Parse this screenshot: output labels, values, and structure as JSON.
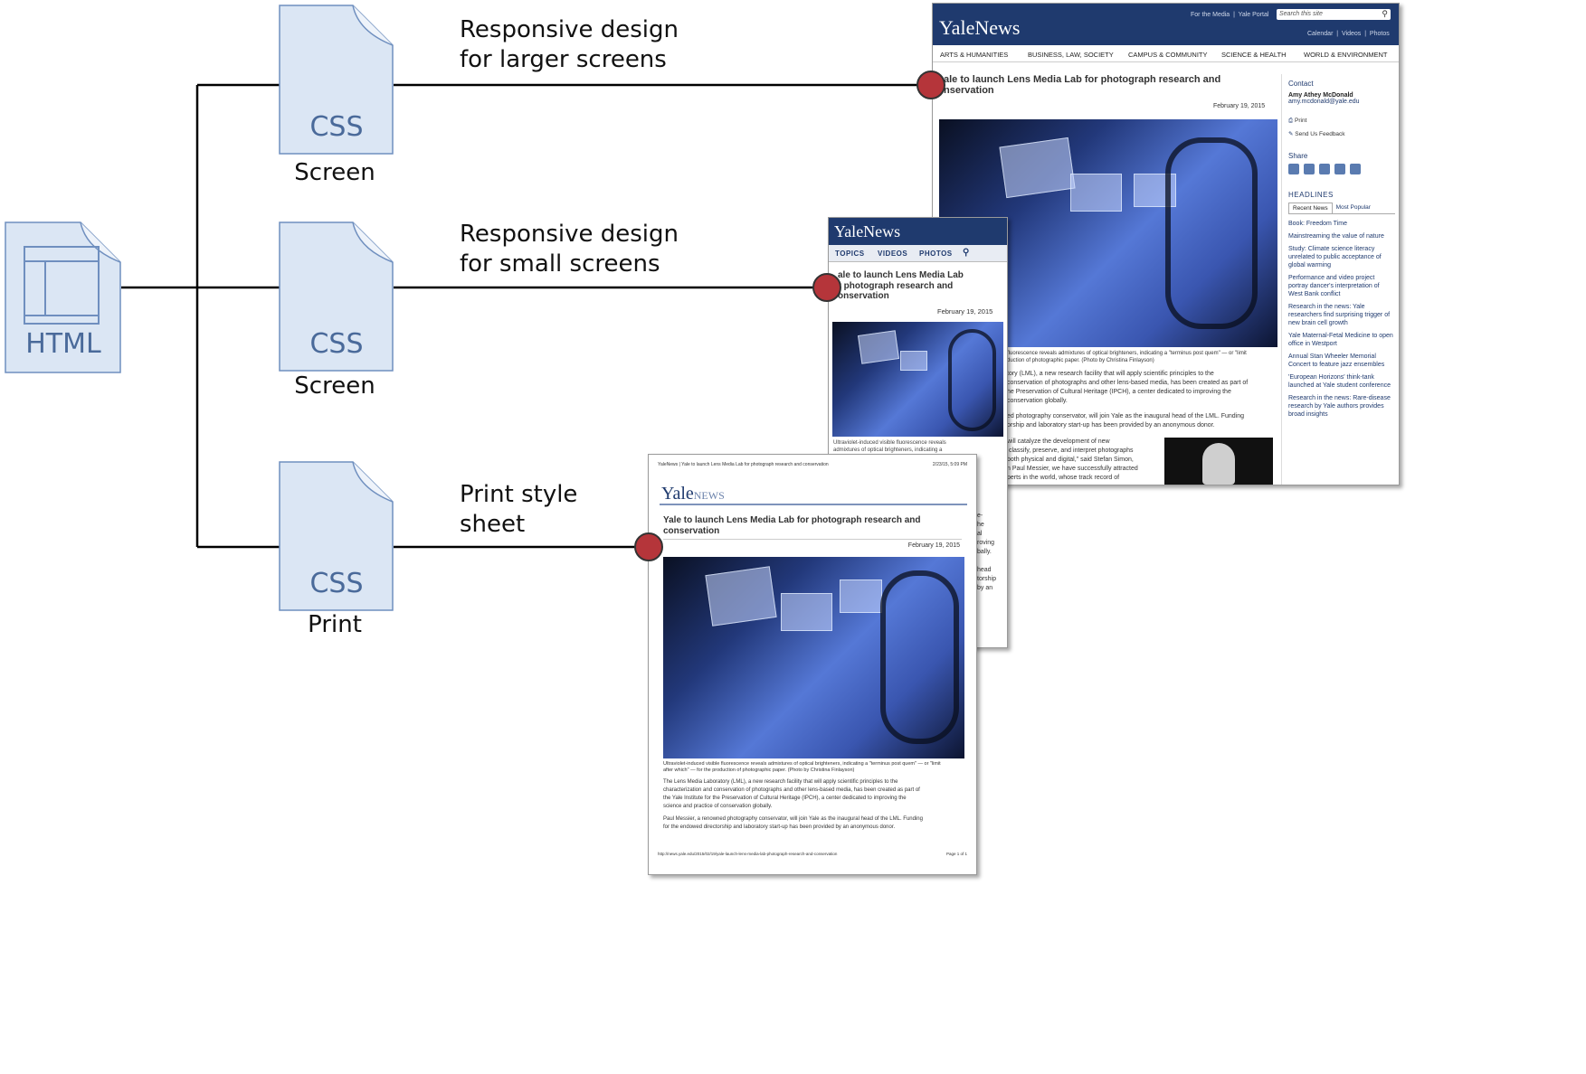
{
  "html_file": {
    "label": "HTML"
  },
  "css_files": [
    {
      "label": "CSS",
      "caption": "Screen",
      "description": "Responsive design\nfor larger screens"
    },
    {
      "label": "CSS",
      "caption": "Screen",
      "description": "Responsive design\nfor small screens"
    },
    {
      "label": "CSS",
      "caption": "Print",
      "description": "Print style\nsheet"
    }
  ],
  "large_screen": {
    "logo": "YaleNews",
    "top_links": [
      "For the Media",
      "Yale Portal"
    ],
    "search_placeholder": "Search this site",
    "sub_links": [
      "Calendar",
      "Videos",
      "Photos"
    ],
    "nav": [
      "ARTS & HUMANITIES",
      "BUSINESS, LAW, SOCIETY",
      "CAMPUS & COMMUNITY",
      "SCIENCE & HEALTH",
      "WORLD & ENVIRONMENT"
    ],
    "headline": "ale to launch Lens Media Lab for photograph research and\nnservation",
    "date": "February 19, 2015",
    "caption": "fluorescence reveals admixtures of optical brighteners, indicating a \"terminus post quem\" — or \"limit\nduction of photographic paper. (Photo by Christina Finlayson)",
    "body1": "tory (LML), a new research facility that will apply scientific principles to the\nconservation of photographs and other lens-based media, has been created as part of\nhe Preservation of Cultural Heritage (IPCH), a center dedicated to improving the\nconservation globally.",
    "body2": "ed photography conservator, will join Yale as the inaugural head of the LML. Funding\norship and laboratory start-up has been provided by an anonymous donor.",
    "body3": "will catalyze the development of new\n classify, preserve, and interpret photographs\nboth physical and digital,\" said Stefan Simon,\nn Paul Messier, we have successfully attracted\nperts in the world, whose track record of",
    "contact_title": "Contact",
    "contact_name": "Amy Athey McDonald",
    "contact_email": "amy.mcdonald@yale.edu",
    "print_label": "Print",
    "feedback_label": "Send Us Feedback",
    "share_title": "Share",
    "headlines_title": "HEADLINES",
    "tabs": [
      "Recent News",
      "Most Popular"
    ],
    "headlines": [
      "Book: Freedom Time",
      "Mainstreaming the value of nature",
      "Study: Climate science literacy unrelated to public acceptance of global warming",
      "Performance and video project portray dancer's interpretation of West Bank conflict",
      "Research in the news: Yale researchers find surprising trigger of new brain cell growth",
      "Yale Maternal-Fetal Medicine to open office in Westport",
      "Annual Stan Wheeler Memorial Concert to feature jazz ensembles",
      "'European Horizons' think-tank launched at Yale student conference",
      "Research in the news: Rare-disease research by Yale authors provides broad insights"
    ]
  },
  "small_screen": {
    "logo": "YaleNews",
    "nav": [
      "TOPICS",
      "VIDEOS",
      "PHOTOS"
    ],
    "headline": "ale to launch Lens Media Lab\nr photograph research and\nonservation",
    "date": "February 19, 2015",
    "caption": "Ultraviolet-induced visible fluorescence reveals\nadmixtures of optical brighteners, indicating a",
    "side_fragments": "e-\nhe\nal\nroving\nbally.\n\nhead\ntorship\nby an"
  },
  "print_sheet": {
    "header_left": "YaleNews | Yale to launch Lens Media Lab for photograph research and conservation",
    "header_right": "2/23/15, 5:09 PM",
    "logo_main": "Yale",
    "logo_sub": "NEWS",
    "headline": "Yale to launch Lens Media Lab for photograph research and\nconservation",
    "date": "February 19, 2015",
    "caption": "Ultraviolet-induced visible fluorescence reveals admixtures of optical brighteners, indicating a \"terminus post quem\" — or \"limit\nafter which\" — for the production of photographic paper. (Photo by Christina Finlayson)",
    "body1": "The Lens Media Laboratory (LML), a new research facility that will apply scientific principles to the\ncharacterization and conservation of photographs and other lens-based media, has been created as part of\nthe Yale Institute for the Preservation of Cultural Heritage (IPCH), a center dedicated to improving the\nscience and practice of conservation globally.",
    "body2": "Paul Messier, a renowned photography conservator, will join Yale as the inaugural head of the LML. Funding\nfor the endowed directorship and laboratory start-up has been provided by an anonymous donor.",
    "footer_url": "http://news.yale.edu/2015/02/19/yale-launch-lens-media-lab-photograph-research-and-conservation",
    "footer_page": "Page 1 of 1"
  },
  "colors": {
    "accent": "#1f3a6e",
    "connector": "#b5353a",
    "file": "#dbe6f4",
    "file_text": "#4a6a9a"
  }
}
